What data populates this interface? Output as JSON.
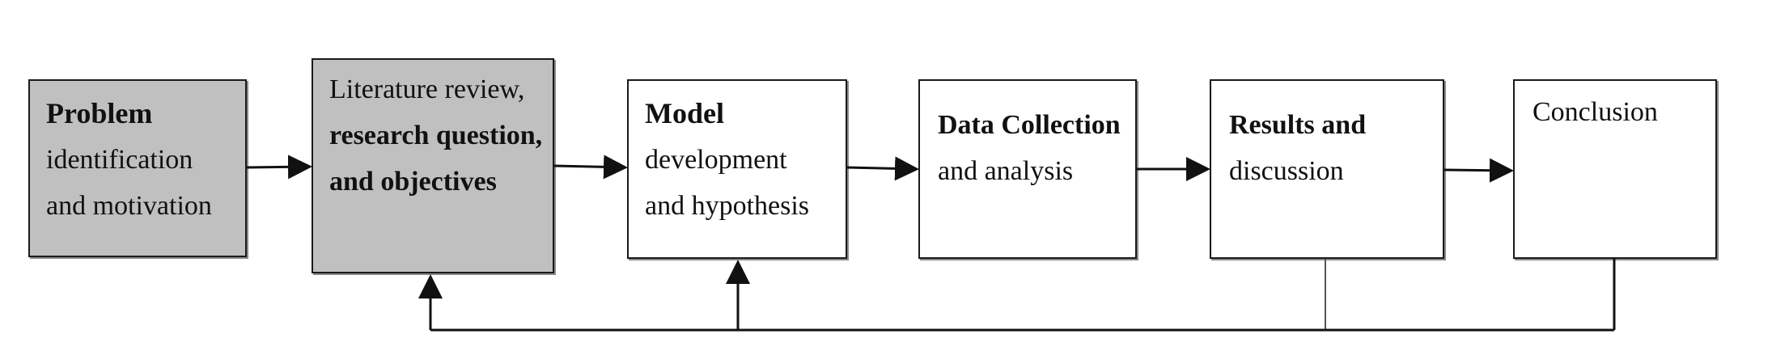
{
  "boxes": [
    {
      "id": "problem",
      "lines": [
        "Problem",
        "identification",
        "and motivation"
      ],
      "bold_lines": [
        true,
        false,
        false
      ]
    },
    {
      "id": "literature",
      "lines": [
        "Literature review,",
        "research question,",
        "and objectives"
      ],
      "bold_lines": [
        false,
        true,
        true
      ]
    },
    {
      "id": "model",
      "lines": [
        "Model",
        "development",
        "and hypothesis"
      ],
      "bold_lines": [
        true,
        false,
        false
      ]
    },
    {
      "id": "data",
      "lines": [
        "Data Collection",
        "and analysis"
      ],
      "bold_lines": [
        true,
        false
      ]
    },
    {
      "id": "results",
      "lines": [
        "Results and",
        "discussion"
      ],
      "bold_lines": [
        true,
        false
      ]
    },
    {
      "id": "conclusion",
      "lines": [
        "Conclusion"
      ],
      "bold_lines": [
        false
      ]
    }
  ],
  "colors": {
    "shaded_fill": "#c0c0c0",
    "plain_fill": "#ffffff",
    "stroke": "#1a1a1a"
  }
}
